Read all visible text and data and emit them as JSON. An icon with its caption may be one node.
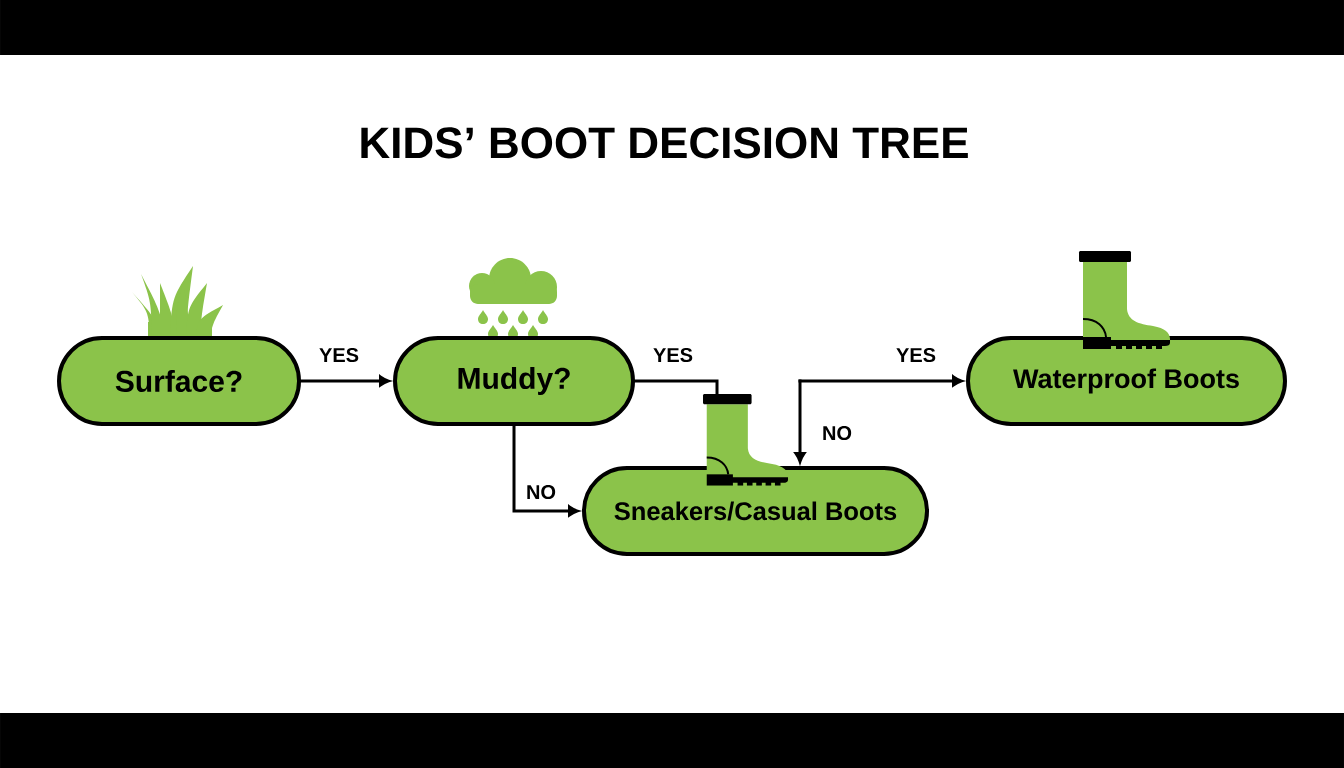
{
  "diagram": {
    "title": "KIDS’ BOOT DECISION TREE",
    "nodes": [
      {
        "text": [
          "Surface?"
        ]
      },
      {
        "text": [
          "Muddy?"
        ]
      },
      {
        "text": [
          "Waterproof Boots"
        ]
      },
      {
        "text": [],
        "shape": "picture"
      },
      {
        "text": [
          "Sneakers/Casual Boots"
        ]
      }
    ],
    "edges": [
      {
        "from": 0,
        "to": 1,
        "arrow": "to",
        "label": "YES"
      },
      {
        "from": 1,
        "to": 3,
        "arrow": "none",
        "label": "YES"
      },
      {
        "from": null,
        "to": 2,
        "arrow": "to",
        "label": "YES"
      },
      {
        "from": null,
        "to": 4,
        "arrow": "to",
        "label": "NO"
      },
      {
        "from": 1,
        "to": 4,
        "arrow": "to",
        "label": "NO"
      }
    ]
  }
}
